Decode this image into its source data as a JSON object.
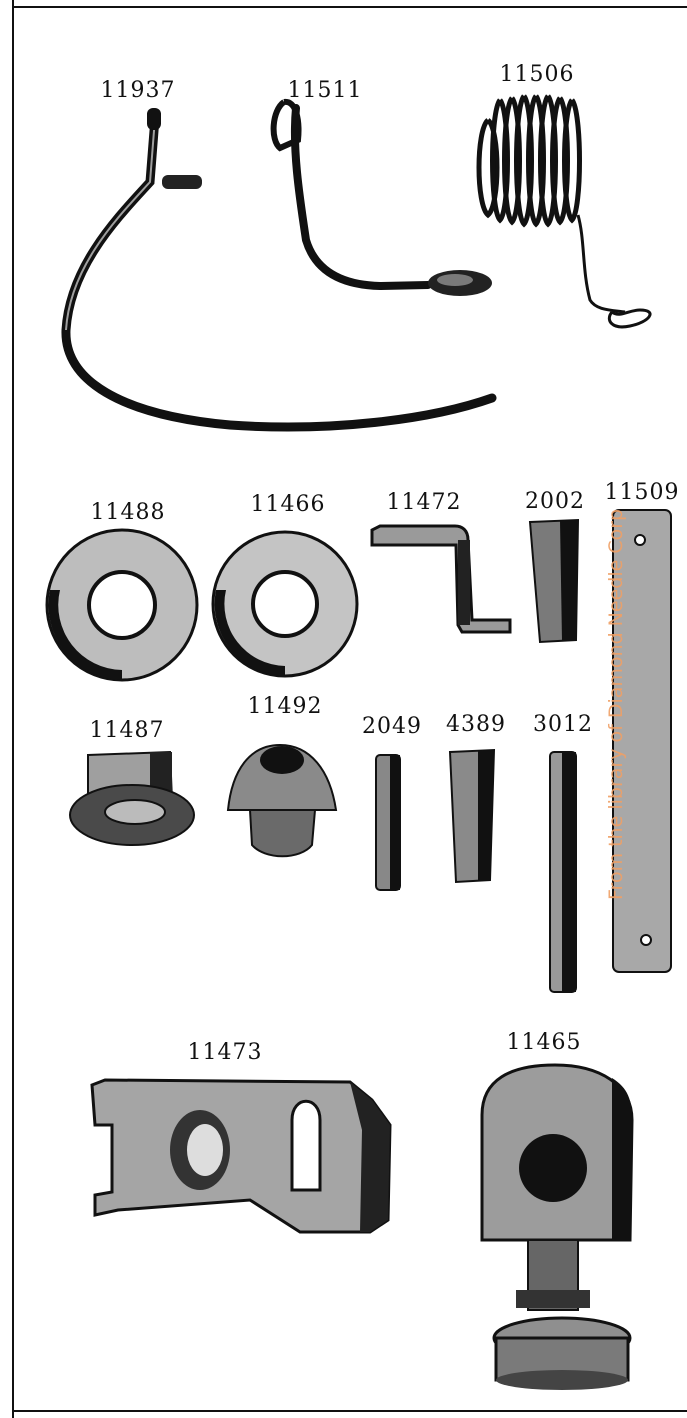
{
  "parts": [
    {
      "id": "p11937",
      "number": "11937"
    },
    {
      "id": "p11511",
      "number": "11511"
    },
    {
      "id": "p11506",
      "number": "11506"
    },
    {
      "id": "p11488",
      "number": "11488"
    },
    {
      "id": "p11466",
      "number": "11466"
    },
    {
      "id": "p11472",
      "number": "11472"
    },
    {
      "id": "p2002",
      "number": "2002"
    },
    {
      "id": "p11509",
      "number": "11509"
    },
    {
      "id": "p11487",
      "number": "11487"
    },
    {
      "id": "p11492",
      "number": "11492"
    },
    {
      "id": "p2049",
      "number": "2049"
    },
    {
      "id": "p4389",
      "number": "4389"
    },
    {
      "id": "p3012",
      "number": "3012"
    },
    {
      "id": "p11473",
      "number": "11473"
    },
    {
      "id": "p11465",
      "number": "11465"
    }
  ],
  "watermark": "From the library of Diamond Needle Corp"
}
